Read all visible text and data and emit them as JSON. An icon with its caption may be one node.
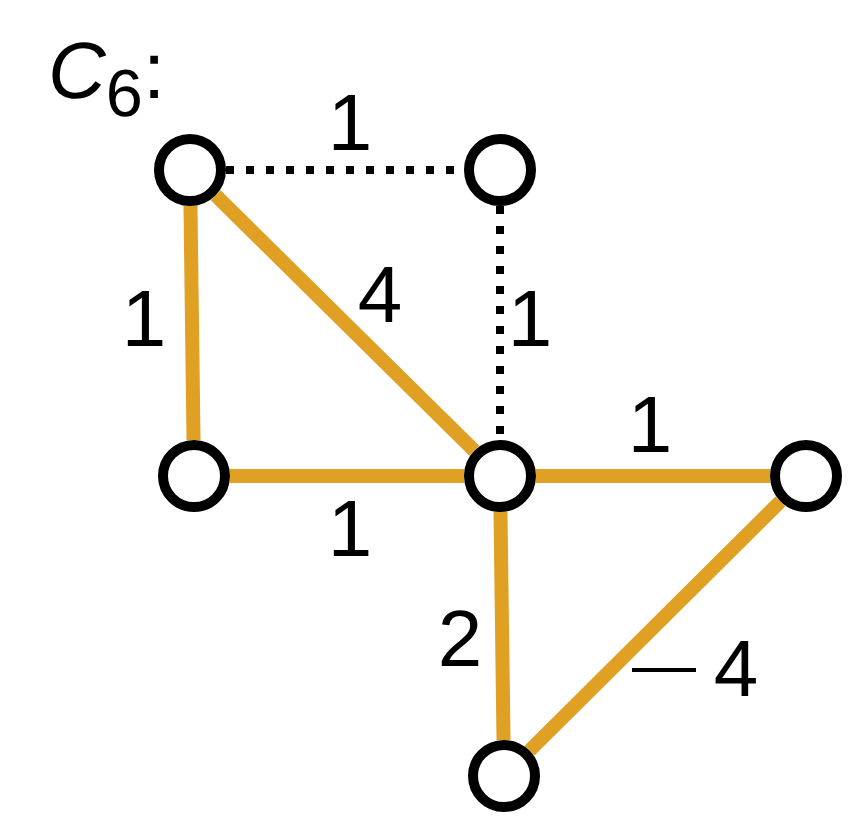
{
  "diagram": {
    "title": "*C*$_{6}$:",
    "nodes": [
      {
        "text": [],
        "shape": "circle"
      },
      {
        "text": [],
        "shape": "circle"
      },
      {
        "text": [],
        "shape": "circle"
      },
      {
        "text": [],
        "shape": "circle"
      },
      {
        "text": [],
        "shape": "circle"
      },
      {
        "text": [],
        "shape": "circle"
      }
    ],
    "edges": [
      {
        "from": 0,
        "to": 1,
        "arrow": "none",
        "label": "1",
        "style": "dashed",
        "color": "#000000"
      },
      {
        "from": 1,
        "to": 3,
        "arrow": "none",
        "label": "1",
        "style": "dashed",
        "color": "#000000"
      },
      {
        "from": 0,
        "to": 2,
        "arrow": "none",
        "label": "1"
      },
      {
        "from": 0,
        "to": 3,
        "arrow": "none",
        "label": "4"
      },
      {
        "from": 2,
        "to": 3,
        "arrow": "none",
        "label": "1"
      },
      {
        "from": 3,
        "to": 4,
        "arrow": "none",
        "label": "1"
      },
      {
        "from": 3,
        "to": 5,
        "arrow": "none",
        "label": "2"
      },
      {
        "from": 4,
        "to": 5,
        "arrow": "none",
        "label": "4"
      }
    ]
  }
}
